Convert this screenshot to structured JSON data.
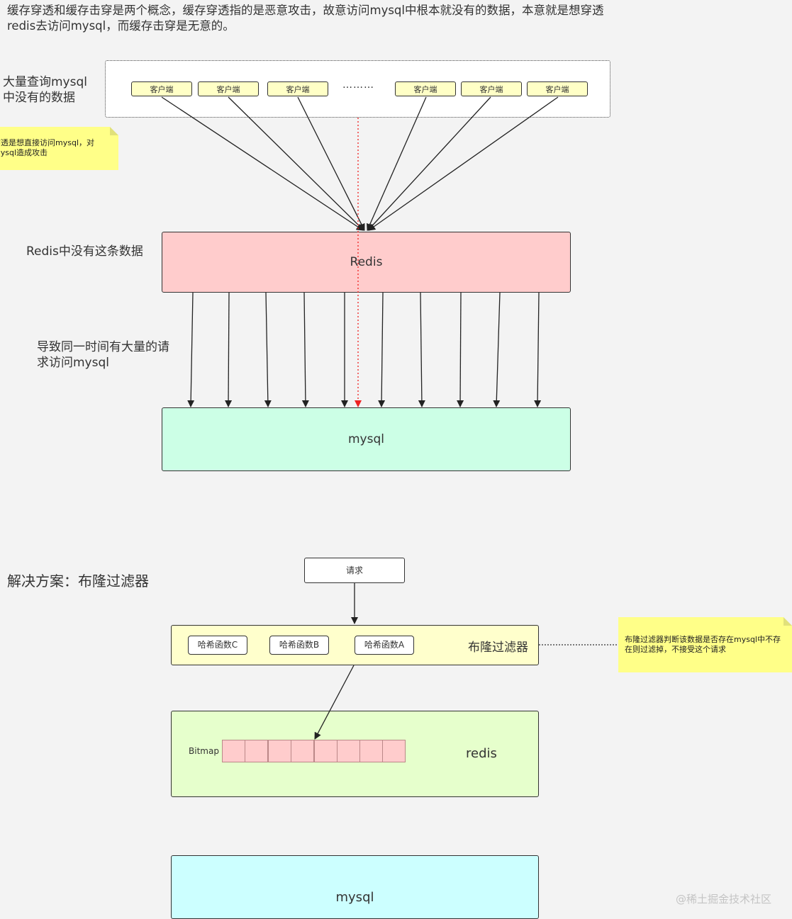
{
  "intro_text": "缓存穿透和缓存击穿是两个概念，缓存穿透指的是恶意攻击，故意访问mysql中根本就没有的数据，本意就是想穿透redis去访问mysql，而缓存击穿是无意的。",
  "top_diagram": {
    "query_label": "大量查询mysql中没有的数据",
    "client_label": "客户端",
    "ellipsis": "………",
    "note_text": "穿透是想直接访问mysql，对mysql造成攻击",
    "redis_missing_label": "Redis中没有这条数据",
    "redis_box": "Redis",
    "result_label": "导致同一时间有大量的请求访问mysql",
    "mysql_box": "mysql"
  },
  "solution": {
    "title": "解决方案：布隆过滤器",
    "request_box": "请求",
    "hash_functions": [
      "哈希函数C",
      "哈希函数B",
      "哈希函数A"
    ],
    "bloom_label": "布隆过滤器",
    "bloom_note": "布隆过滤器判断该数据是否存在mysql中不存在则过滤掉，不接受这个请求",
    "bitmap_label": "Bitmap",
    "redis_label": "redis",
    "mysql_label": "mysql"
  },
  "watermark": "@稀土掘金技术社区",
  "colors": {
    "client_fill": "#ffffc6",
    "note_fill": "#ffff88",
    "redis_fill": "#ffcccc",
    "mysql_fill": "#ccffe6",
    "bloom_fill": "#ffffcc",
    "redis2_fill": "#e6ffcc",
    "mysql2_fill": "#ccffff",
    "red_dotted": "#ee2222"
  }
}
